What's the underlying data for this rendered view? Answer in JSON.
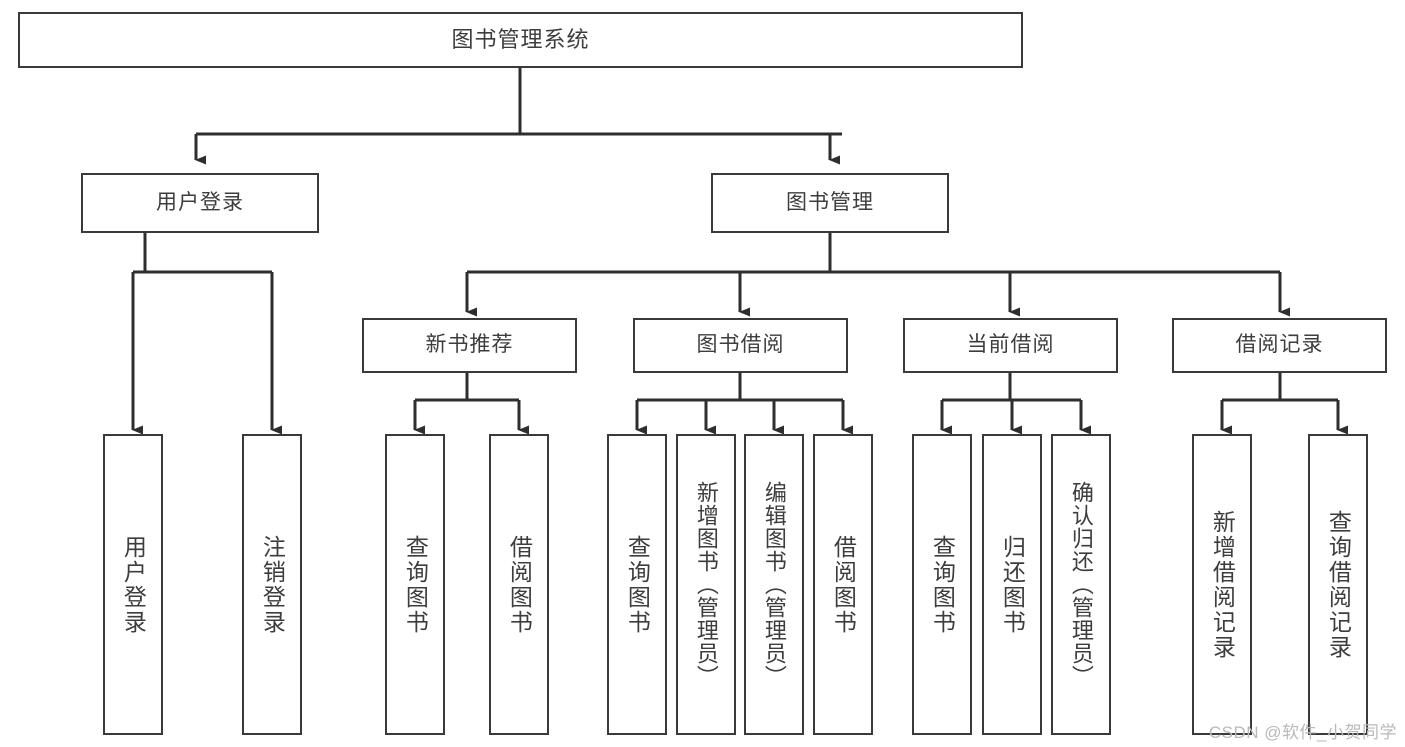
{
  "diagram": {
    "title": "图书管理系统",
    "watermark": "CSDN @软件_小贺同学",
    "colors": {
      "border": "#3a3a3a",
      "text": "#3d3d3d",
      "background": "#ffffff",
      "edge": "#2e2e2e",
      "watermark": "#b9b9b9"
    },
    "root": {
      "label": "图书管理系统"
    },
    "branches": [
      {
        "label": "用户登录",
        "children": [
          {
            "label": "用户登录"
          },
          {
            "label": "注销登录"
          }
        ]
      },
      {
        "label": "图书管理",
        "groups": [
          {
            "label": "新书推荐",
            "children": [
              {
                "label": "查询图书"
              },
              {
                "label": "借阅图书"
              }
            ]
          },
          {
            "label": "图书借阅",
            "children": [
              {
                "label": "查询图书"
              },
              {
                "label": "新增图书（管理员）"
              },
              {
                "label": "编辑图书（管理员）"
              },
              {
                "label": "借阅图书"
              }
            ]
          },
          {
            "label": "当前借阅",
            "children": [
              {
                "label": "查询图书"
              },
              {
                "label": "归还图书"
              },
              {
                "label": "确认归还（管理员）"
              }
            ]
          },
          {
            "label": "借阅记录",
            "children": [
              {
                "label": "新增借阅记录"
              },
              {
                "label": "查询借阅记录"
              }
            ]
          }
        ]
      }
    ]
  }
}
